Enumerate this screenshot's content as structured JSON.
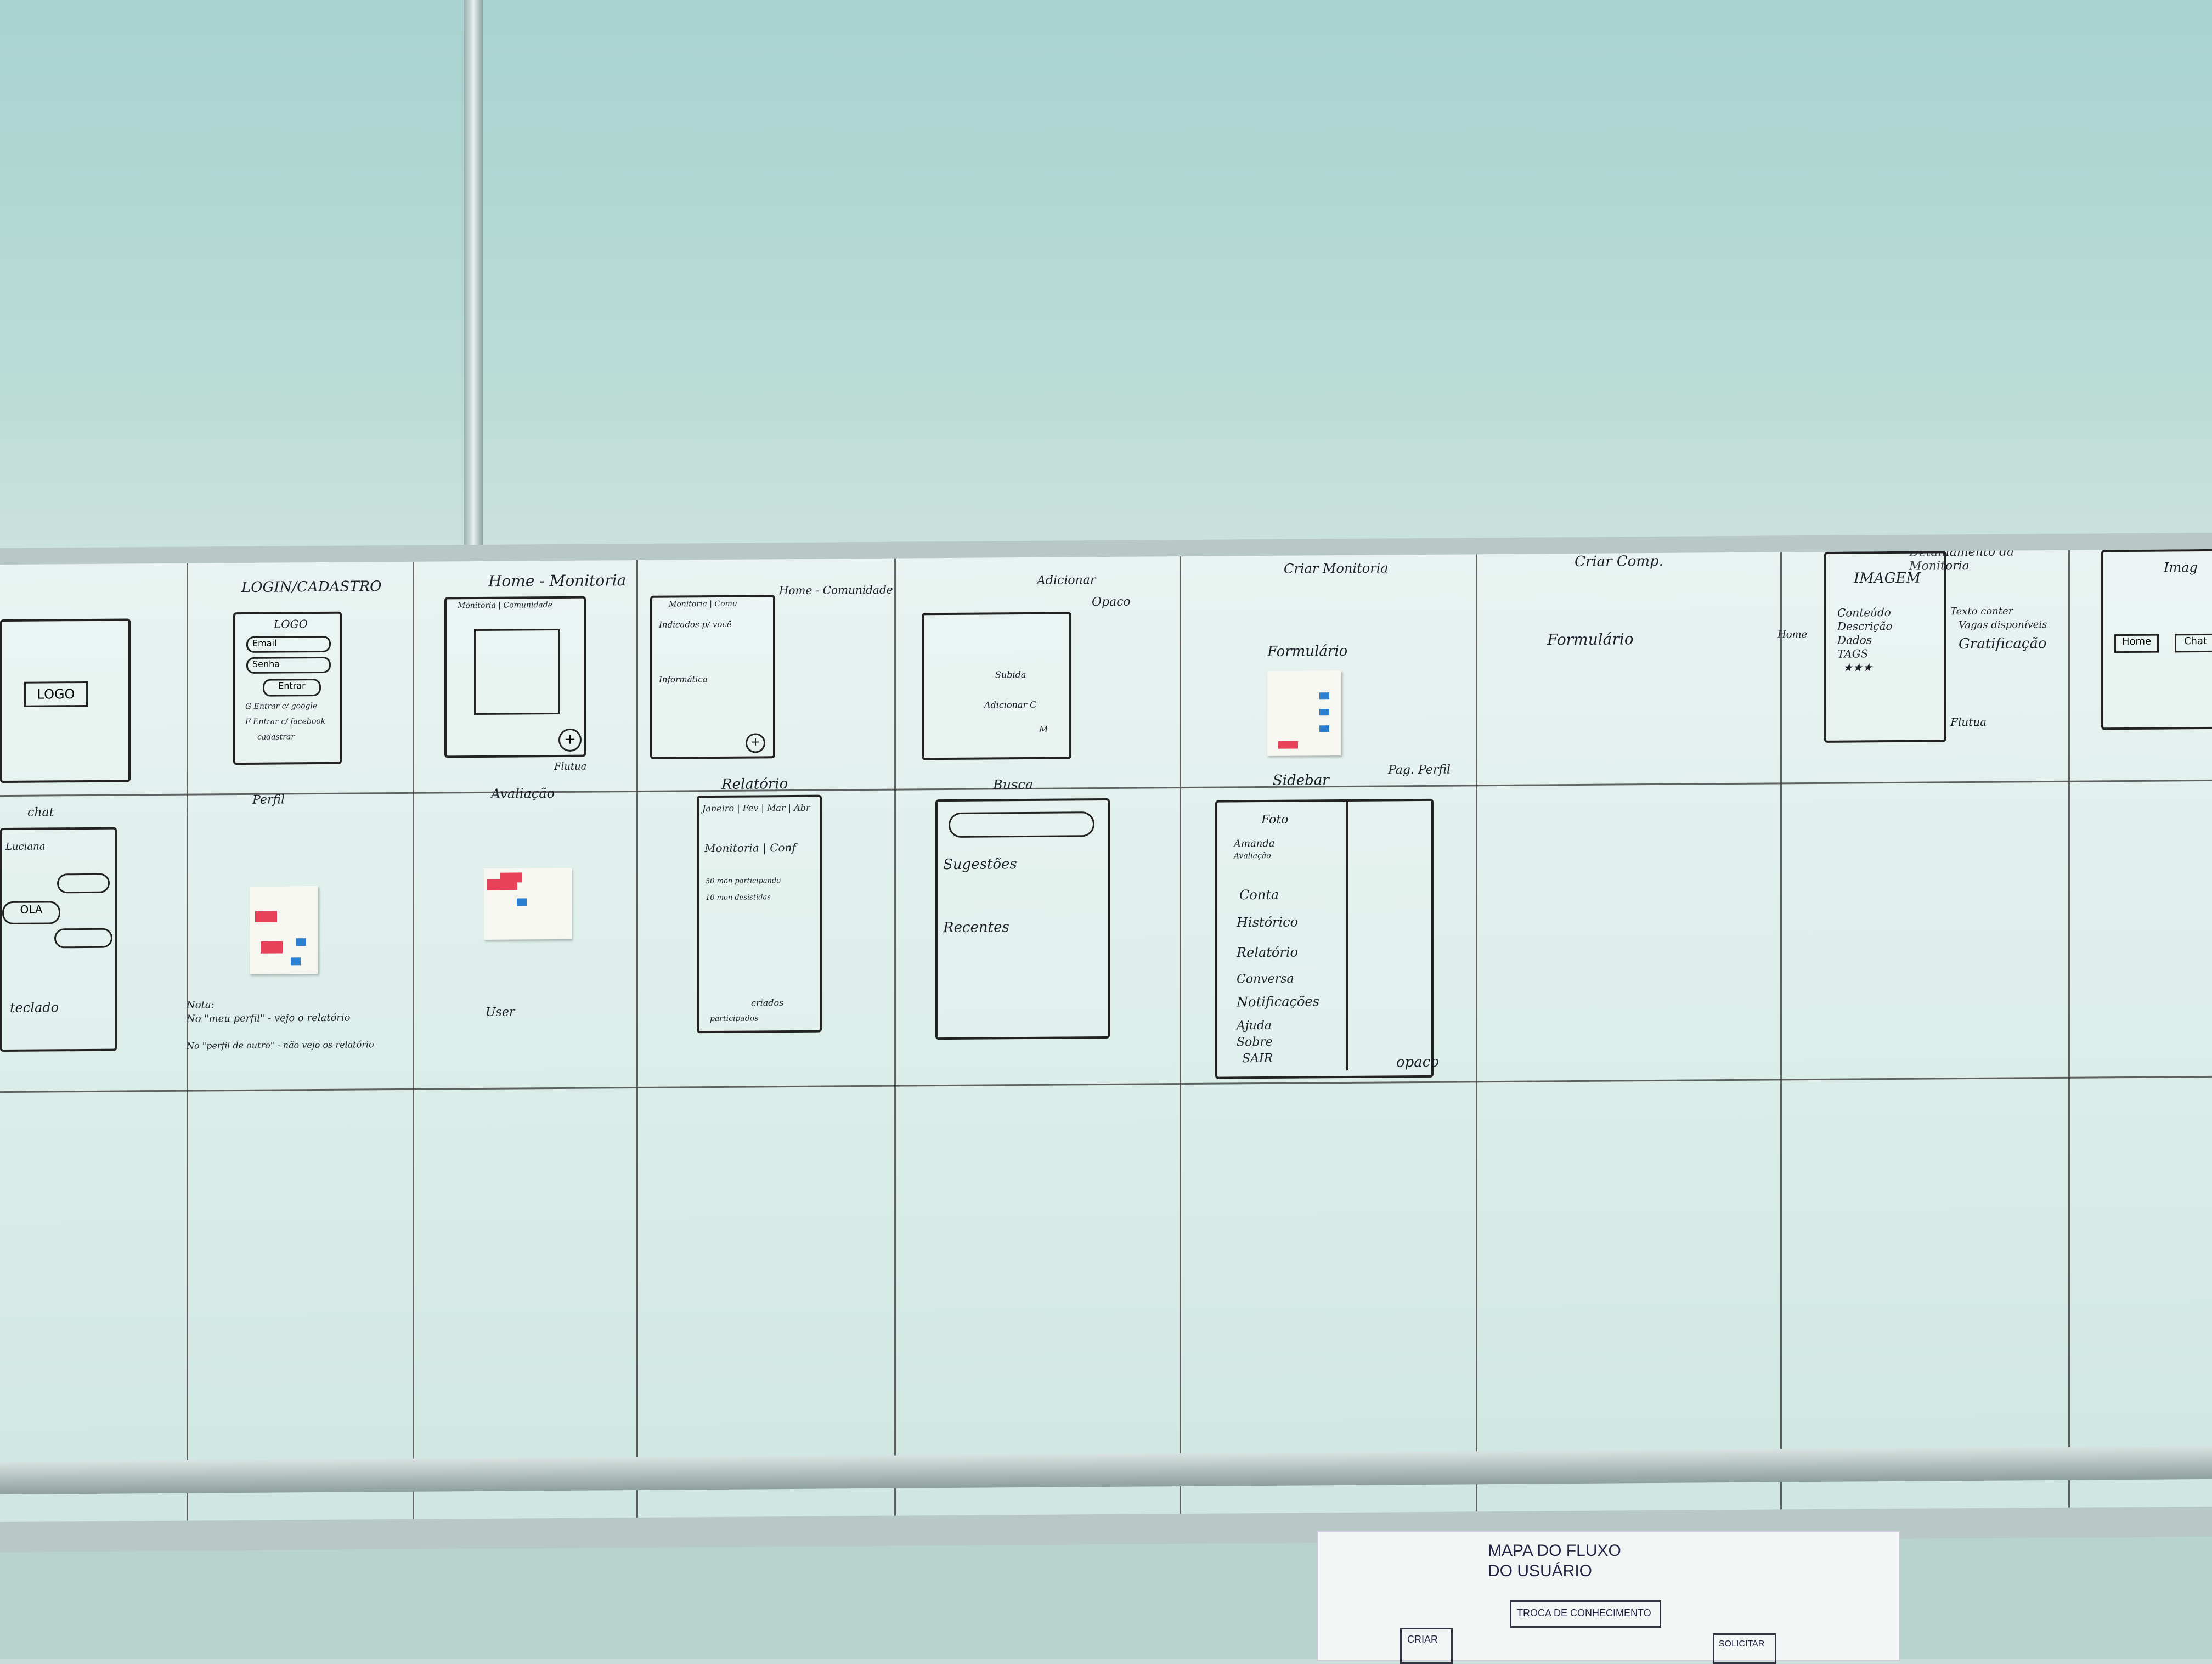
{
  "board": {
    "row1_labels": {
      "login": "LOGIN/CADASTRO",
      "home_monitoria": "Home - Monitoria",
      "home_comunidade": "Home - Comunidade",
      "adicionar": "Adicionar",
      "opaco_top": "Opaco",
      "criar_monitoria": "Criar Monitoria",
      "criar_comp": "Criar Comp.",
      "detalhamento": "Detalhamento da Monitoria"
    },
    "row1_contents": {
      "logo_box": "LOGO",
      "login_logo": "LOGO",
      "login_email": "Email",
      "login_senha": "Senha",
      "login_entrar": "Entrar",
      "login_g": "G  Entrar c/ google",
      "login_f": "F  Entrar c/ facebook",
      "login_cadastrar": "cadastrar",
      "home_tabs": "Monitoria | Comunidade",
      "flutua": "Flutua",
      "comunidade_tab": "Monitoria | Comu",
      "indicados": "Indicados p/ você",
      "informatica": "Informática",
      "adicionar_s": "Subida",
      "adicionar_c": "Adicionar C",
      "adicionar_m": "M",
      "formulario_1": "Formulário",
      "formulario_2": "Formulário",
      "home_arrow": "Home",
      "imagem": "IMAGEM",
      "conteudo": "Conteúdo",
      "descricao": "Descrição",
      "dados": "Dados",
      "tags": "TAGS",
      "stars": "★★★",
      "texto_conter": "Texto conter",
      "vagas": "Vagas disponíveis",
      "gratificacao": "Gratificação",
      "flutua_2": "Flutua",
      "right_home": "Home",
      "right_chat": "Chat",
      "right_imag": "Imag"
    },
    "row2_labels": {
      "chat": "chat",
      "perfil": "Perfil",
      "avaliacao": "Avaliação",
      "relatorio": "Relatório",
      "busca": "Busca",
      "sidebar": "Sidebar",
      "pag_perfil": "Pag. Perfil",
      "opaco_bottom": "opaco"
    },
    "row2_contents": {
      "chat_name": "Luciana",
      "chat_ola": "OLA",
      "chat_teclado": "teclado",
      "note_title": "Nota:",
      "note_1": "No \"meu perfil\" - vejo o relatório",
      "note_2": "No \"perfil de outro\" - não vejo os relatório",
      "user": "User",
      "relatorio_months": "Janeiro | Fev | Mar | Abr",
      "relatorio_tabs": "Monitoria | Conf",
      "relatorio_item1": "50 mon participando",
      "relatorio_item2": "10 mon desistidas",
      "relatorio_criados": "criados",
      "relatorio_participados": "participados",
      "busca_sugestoes": "Sugestões",
      "busca_recentes": "Recentes",
      "sidebar_foto": "Foto",
      "sidebar_nome": "Amanda",
      "sidebar_avaliacao": "Avaliação",
      "sidebar_conta": "Conta",
      "sidebar_historico": "Histórico",
      "sidebar_relatorio": "Relatório",
      "sidebar_conversa": "Conversa",
      "sidebar_notificacoes": "Notificações",
      "sidebar_ajuda": "Ajuda",
      "sidebar_sobre": "Sobre",
      "sidebar_sair": "SAIR"
    }
  },
  "poster": {
    "title_1": "MAPA DO FLUXO",
    "title_2": "DO USUÁRIO",
    "troca": "TROCA DE CONHECIMENTO",
    "criar": "CRIAR",
    "solicitar": "SOLICITAR"
  },
  "colors": {
    "wall": "#a9d2d0",
    "board": "#dceeea",
    "marker": "#222222",
    "sticky_red": "#e8425a",
    "sticky_blue": "#2a7fd0"
  }
}
